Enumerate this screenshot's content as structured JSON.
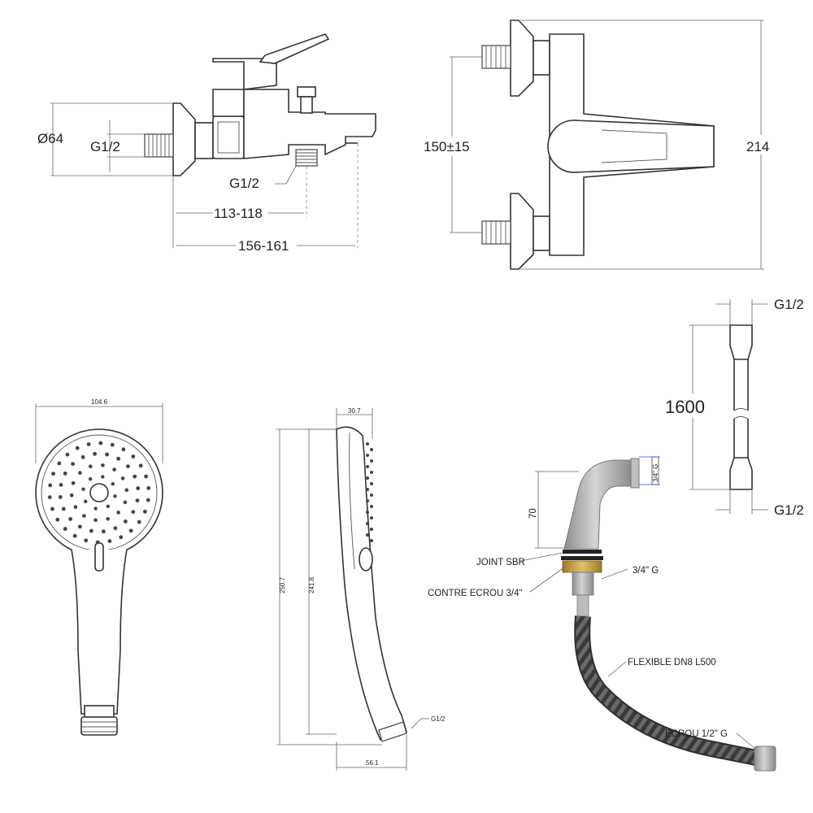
{
  "drawing": {
    "side_view": {
      "diameter": "Ø64",
      "inlet_thread": "G1/2",
      "outlet_thread": "G1/2",
      "dim_short": "113-118",
      "dim_long": "156-161"
    },
    "front_view": {
      "center_distance": "150±15",
      "height": "214"
    },
    "hose": {
      "length": "1600",
      "top_thread": "G1/2",
      "bottom_thread": "G1/2"
    },
    "hand_shower_front": {
      "width": "104.6"
    },
    "hand_shower_side": {
      "depth_top": "30.7",
      "total_length": "250.7",
      "length_inner": "241.8",
      "base_width": "56.1",
      "thread": "G1/2"
    },
    "connector": {
      "height": "70",
      "thread_top": "3/4\" G",
      "thread_side": "3/4\" G",
      "joint": "JOINT SBR",
      "lock_nut": "CONTRE ECROU 3/4\"",
      "flexible": "FLEXIBLE DN8 L500",
      "nut": "ECROU 1/2\" G"
    },
    "colors": {
      "line": "#333333",
      "dimension": "#666666",
      "metal": "#a8a8a8",
      "brass": "#c9a24a",
      "highlight": "#2f4fd8"
    }
  }
}
